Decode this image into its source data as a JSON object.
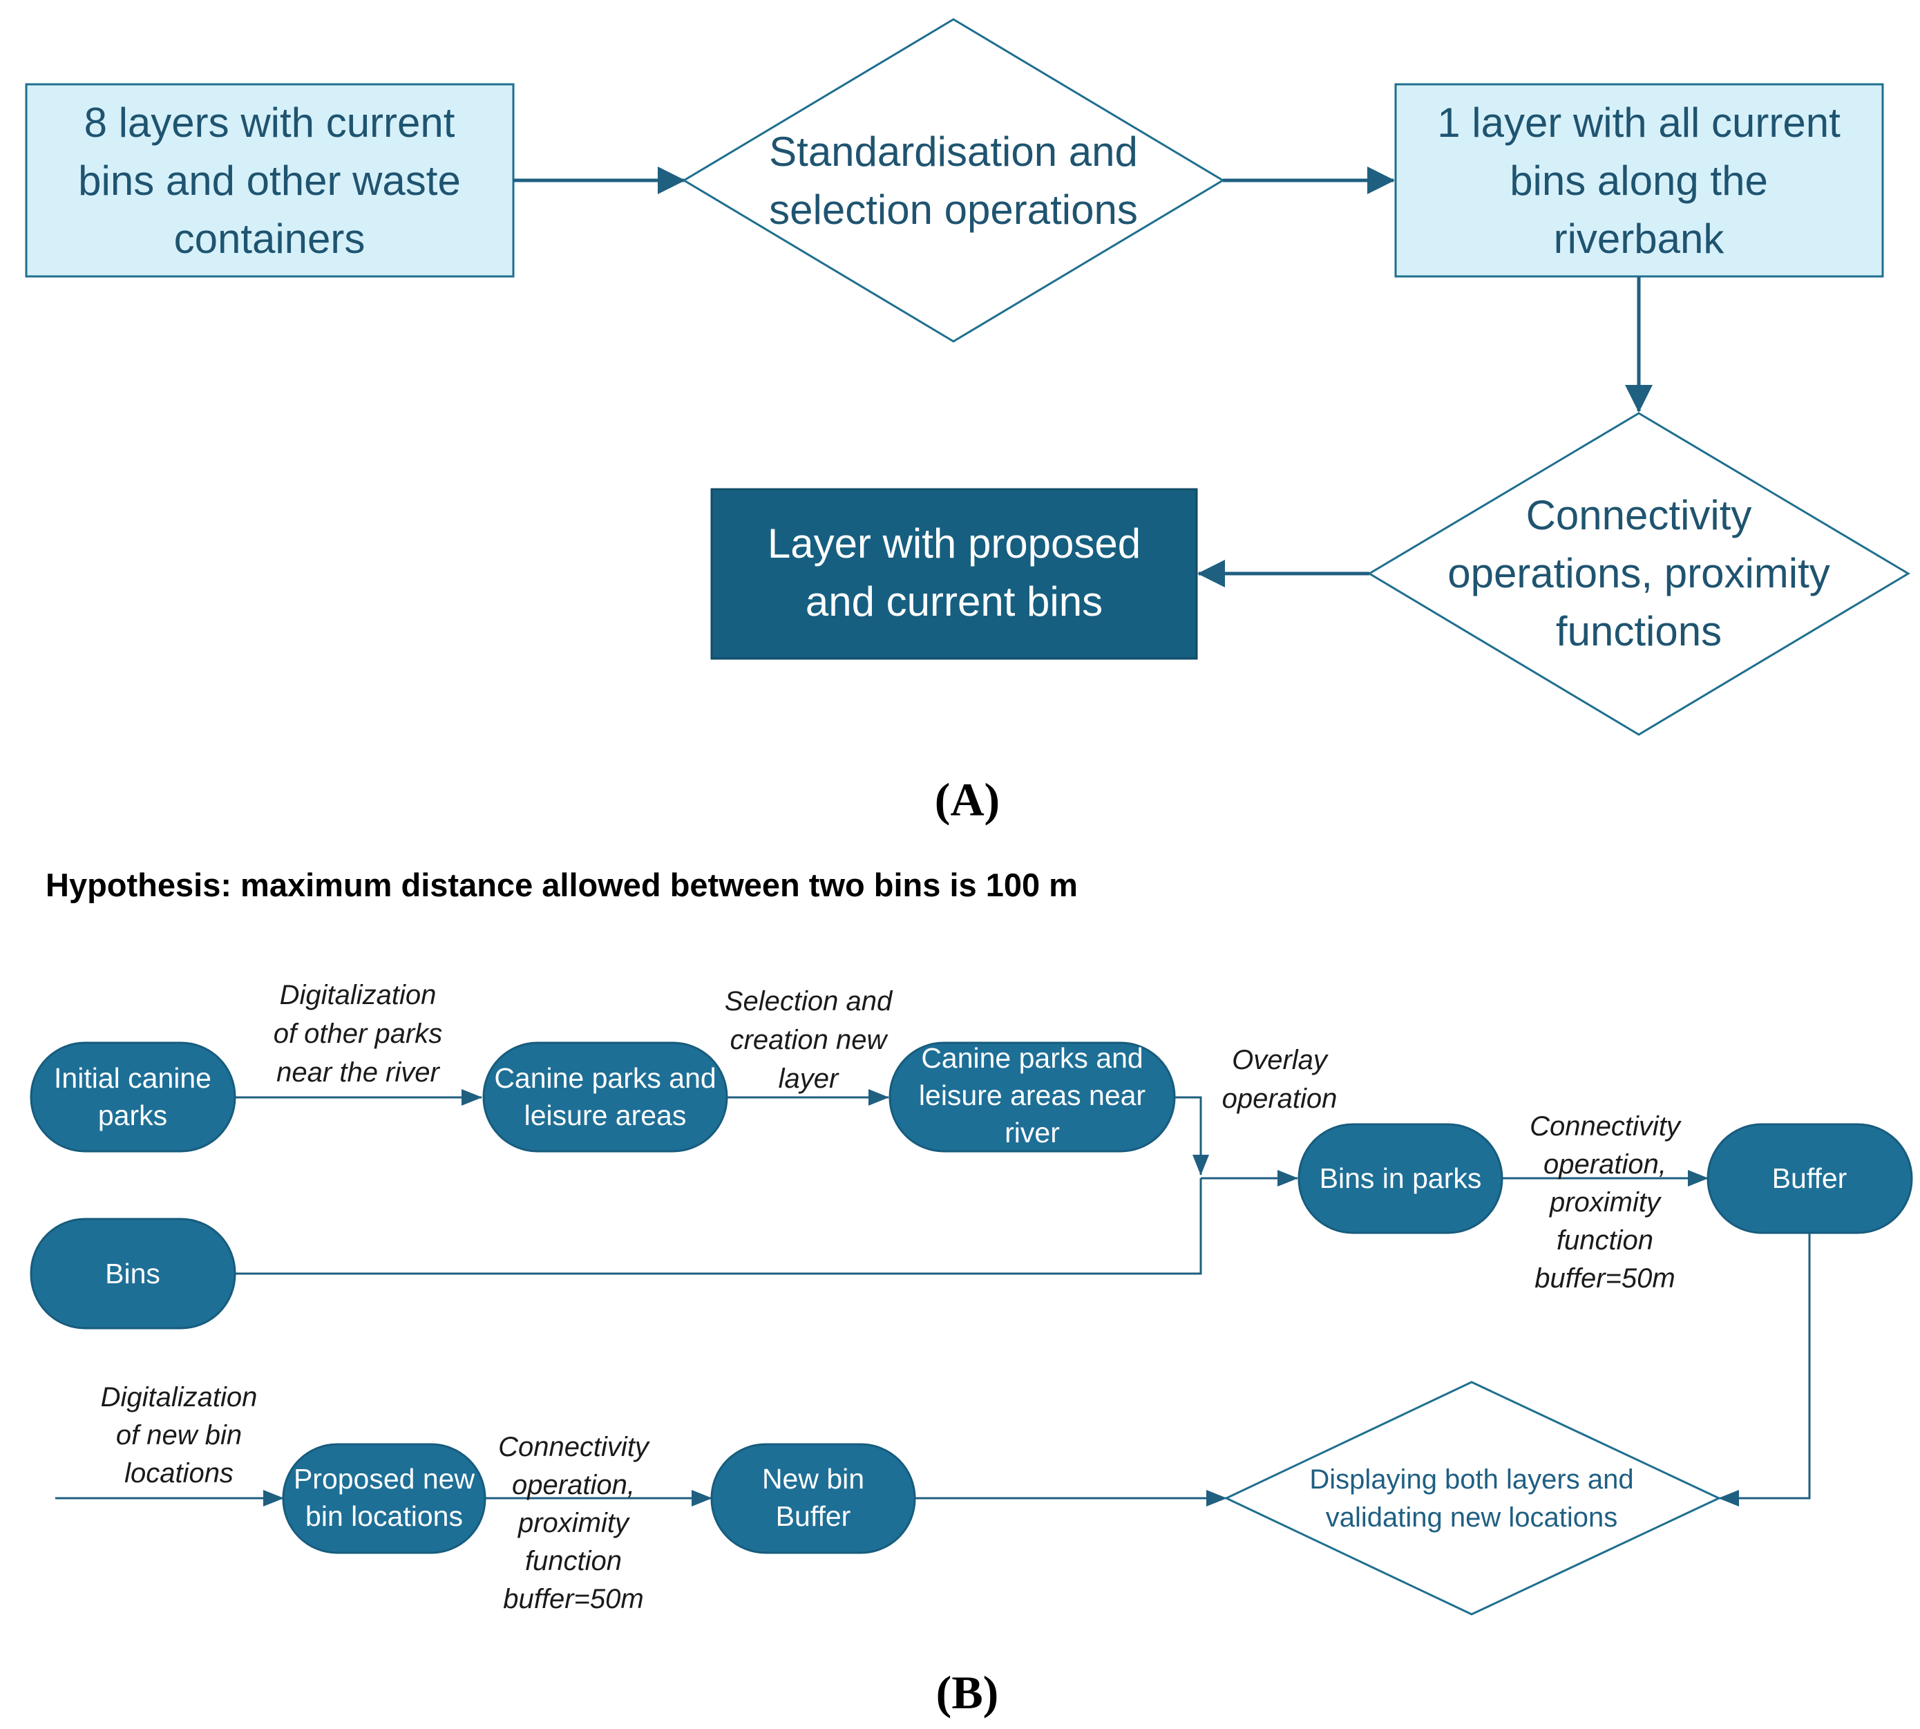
{
  "panel_a": {
    "caption": "(A)",
    "box_input": [
      "8 layers with current",
      "bins and other waste",
      "containers"
    ],
    "diamond_standardisation": [
      "Standardisation and",
      "selection operations"
    ],
    "box_riverbank": [
      "1 layer with all current",
      "bins  along the",
      "riverbank"
    ],
    "diamond_connectivity": [
      "Connectivity",
      "operations, proximity",
      "functions"
    ],
    "box_output": [
      "Layer with proposed",
      "and current bins"
    ]
  },
  "panel_b": {
    "caption": "(B)",
    "hypothesis": "Hypothesis: maximum distance allowed between two bins is 100 m",
    "nodes": {
      "initial_canine_parks": [
        "Initial canine",
        "parks"
      ],
      "canine_parks_leisure": [
        "Canine parks and",
        "leisure areas"
      ],
      "canine_parks_near_river": [
        "Canine parks and",
        "leisure areas near",
        "river"
      ],
      "bins": [
        "Bins"
      ],
      "bins_in_parks": [
        "Bins in parks"
      ],
      "buffer": [
        "Buffer"
      ],
      "proposed_new_bin_locations": [
        "Proposed new",
        "bin locations"
      ],
      "new_bin_buffer": [
        "New bin",
        "Buffer"
      ],
      "displaying_validating": [
        "Displaying both layers and",
        "validating new locations"
      ]
    },
    "edge_labels": {
      "digitalization_other_parks": [
        "Digitalization",
        "of other parks",
        "near the river"
      ],
      "selection_creation": [
        "Selection and",
        "creation new",
        "layer"
      ],
      "overlay": [
        "Overlay",
        "operation"
      ],
      "connectivity_top": [
        "Connectivity",
        "operation,",
        "proximity",
        "function",
        "buffer=50m"
      ],
      "digitalization_new_bins": [
        "Digitalization",
        "of new bin",
        "locations"
      ],
      "connectivity_bottom": [
        "Connectivity",
        "operation,",
        "proximity",
        "function",
        "buffer=50m"
      ]
    }
  },
  "colors": {
    "light_box_fill": "#d6f0fa",
    "light_box_stroke": "#1f6f8f",
    "dark_fill": "#175f80",
    "node_fill": "#1e6f96",
    "arrow": "#1f5f80"
  }
}
